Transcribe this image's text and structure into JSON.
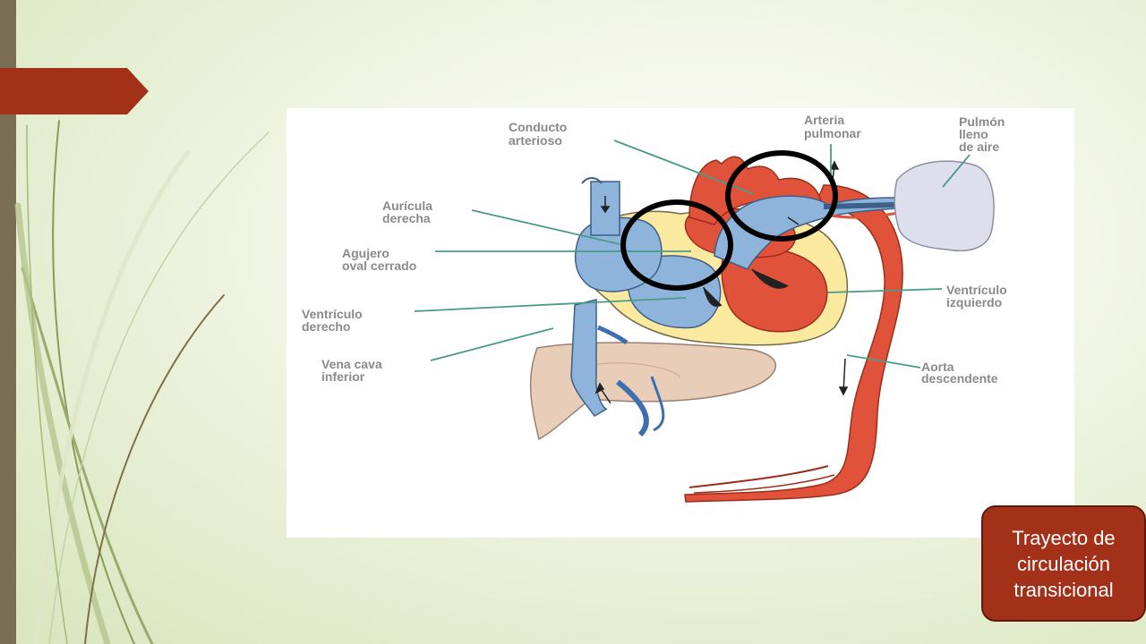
{
  "colors": {
    "left_bar": "#7a6e55",
    "title_tab": "#a3311a",
    "caption_box": "#a3311a",
    "oxygenated_blood": "#e0523a",
    "deoxygenated_blood": "#8fb4dc",
    "heart_wall": "#fbe9a0",
    "lung": "#dde0ec",
    "liver": "#e8cdb8",
    "leader_line": "#4a9a88",
    "highlight_circle": "#000000"
  },
  "diagram": {
    "labels": {
      "conducto_arterioso": [
        "Conducto",
        "arterioso"
      ],
      "arteria_pulmonar": [
        "Arteria",
        "pulmonar"
      ],
      "pulmon": [
        "Pulmón",
        "lleno",
        "de aire"
      ],
      "auricula_derecha": [
        "Aurícula",
        "derecha"
      ],
      "agujero_oval": [
        "Agujero",
        "oval cerrado"
      ],
      "ventriculo_derecho": [
        "Ventrículo",
        "derecho"
      ],
      "vena_cava_inferior": [
        "Vena cava",
        "inferior"
      ],
      "ventriculo_izquierdo": [
        "Ventrículo",
        "izquierdo"
      ],
      "aorta_descendente": [
        "Aorta",
        "descendente"
      ]
    },
    "highlight_circles": [
      "agujero-oval-highlight",
      "conducto-arterioso-highlight"
    ]
  },
  "caption": {
    "text": "Trayecto de circulación transicional"
  }
}
